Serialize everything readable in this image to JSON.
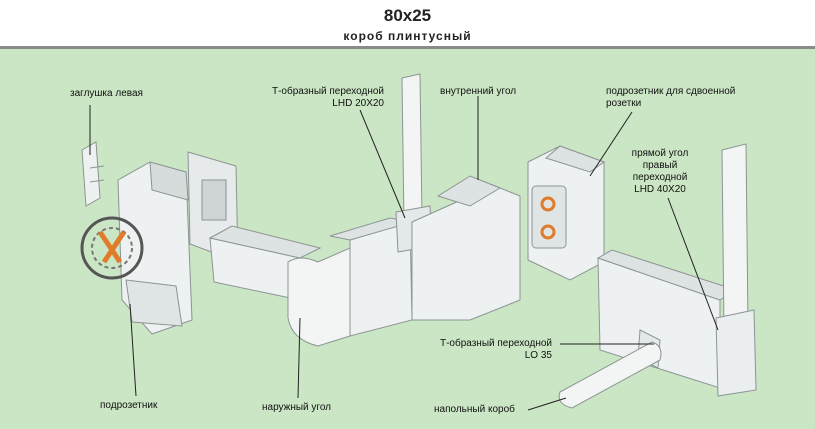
{
  "header": {
    "title": "80x25",
    "subtitle": "короб плинтусный"
  },
  "labels": {
    "end_cap_left": "заглушка  левая",
    "t_adapter_lhd_line1": "Т-образный переходной",
    "t_adapter_lhd_line2": "LHD 20X20",
    "inner_corner": "внутренний угол",
    "double_socket_line1": "подрозетник для сдвоенной",
    "double_socket_line2": "розетки",
    "right_angle_line1": "прямой угол",
    "right_angle_line2": "правый",
    "right_angle_line3": "переходной",
    "right_angle_line4": "LHD 40X20",
    "t_adapter_lo_line1": "Т-образный переходной",
    "t_adapter_lo_line2": "LO 35",
    "socket_box": "подрозетник",
    "outer_corner": "наружный угол",
    "floor_duct": "напольный короб"
  },
  "colors": {
    "background": "#cbe6c4",
    "duct_face": "#eef1f1",
    "duct_shade": "#d6dcdc",
    "outline": "#8c9494",
    "accent_orange": "#e07b2a"
  }
}
